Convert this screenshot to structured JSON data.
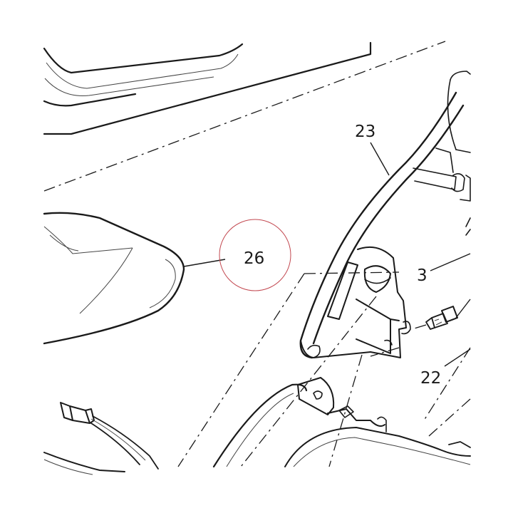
{
  "diagram": {
    "callouts": {
      "c23": "23",
      "c26": "26",
      "c3": "3",
      "c22": "22"
    },
    "highlight_color": "#c2474f",
    "line_color": "#1a1a1a"
  }
}
